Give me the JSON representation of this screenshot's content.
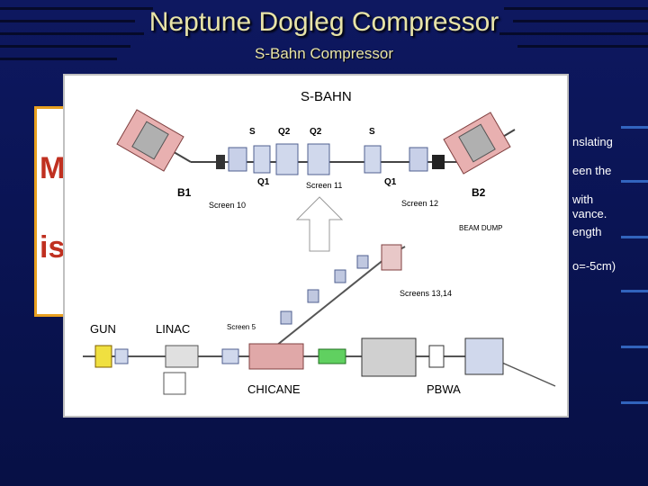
{
  "slide": {
    "title": "Neptune Dogleg Compressor",
    "subtitle": "S-Bahn Compressor"
  },
  "background_fragments": {
    "left_letter_1": "M",
    "left_letter_2": "is",
    "right_1": "nslating",
    "right_2": "een the",
    "right_3": "with",
    "right_4": "vance.",
    "right_5": "ength",
    "right_6": "o=-5cm)"
  },
  "figure": {
    "title": "S-BAHN",
    "labels": {
      "s_left": "S",
      "q2_left": "Q2",
      "q2_right": "Q2",
      "s_right": "S",
      "b1": "B1",
      "q1_left": "Q1",
      "screen11": "Screen 11",
      "q1_right": "Q1",
      "b2": "B2",
      "screen10": "Screen 10",
      "screen12": "Screen 12",
      "beam_dump": "BEAM DUMP",
      "screens1314": "Screens 13,14",
      "gun": "GUN",
      "linac": "LINAC",
      "screen5": "Screen 5",
      "chicane": "CHICANE",
      "pbwa": "PBWA"
    }
  },
  "colors": {
    "title": "#e8e4a8",
    "background": "#0a1454",
    "frame_accent": "#e8a020",
    "letter_red": "#c03020"
  }
}
